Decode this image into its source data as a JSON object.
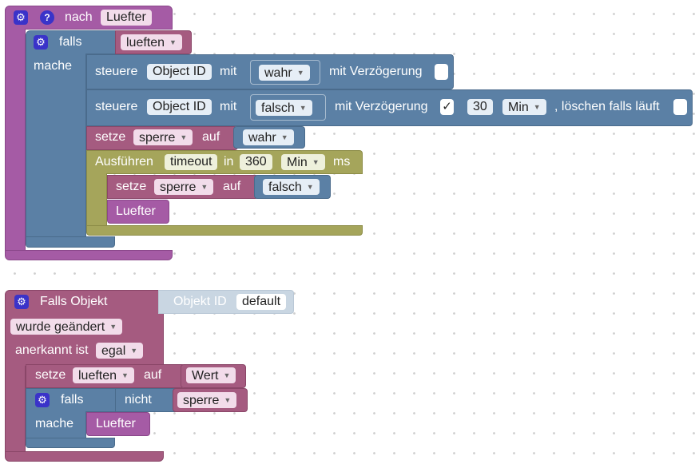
{
  "program1": {
    "event": {
      "label": "nach",
      "name": "Luefter"
    },
    "if": {
      "label": "falls",
      "value": "lueften",
      "do_label": "mache"
    },
    "control1": {
      "label": "steuere",
      "object": "Object ID",
      "with": "mit",
      "value": "wahr",
      "delay_label": "mit Verzögerung"
    },
    "control2": {
      "label": "steuere",
      "object": "Object ID",
      "with": "mit",
      "value": "falsch",
      "delay_label": "mit Verzögerung",
      "check": "✓",
      "delay_value": "30",
      "unit": "Min",
      "clear_label": ", löschen falls läuft"
    },
    "set1": {
      "label": "setze",
      "var": "sperre",
      "to": "auf",
      "value": "wahr"
    },
    "timeout": {
      "label": "Ausführen",
      "name": "timeout",
      "in": "in",
      "value": "360",
      "unit": "Min",
      "suffix": "ms"
    },
    "set2": {
      "label": "setze",
      "var": "sperre",
      "to": "auf",
      "value": "falsch"
    },
    "call": {
      "label": "Luefter"
    }
  },
  "program2": {
    "trigger": {
      "label": "Falls Objekt",
      "object_label": "Objekt ID",
      "object_value": "default",
      "changed": "wurde geändert",
      "ack_label": "anerkannt ist",
      "ack_value": "egal"
    },
    "set": {
      "label": "setze",
      "var": "lueften",
      "to": "auf",
      "value": "Wert"
    },
    "if": {
      "label": "falls",
      "not": "nicht",
      "value": "sperre",
      "do_label": "mache"
    },
    "call": {
      "label": "Luefter"
    }
  }
}
